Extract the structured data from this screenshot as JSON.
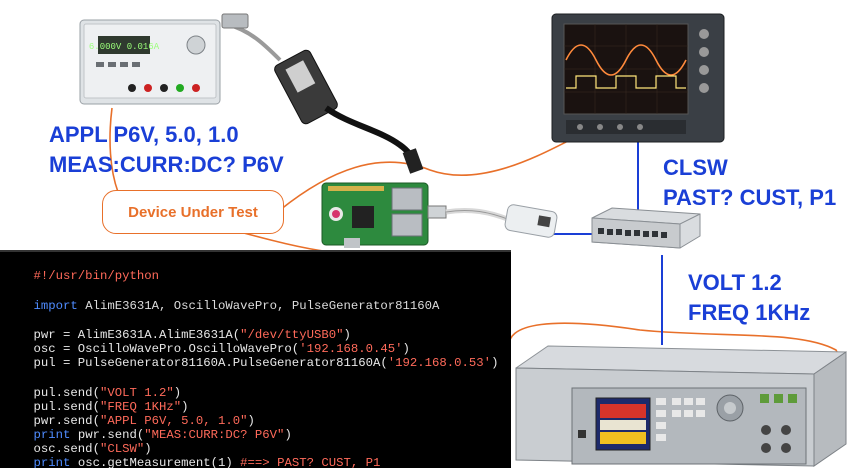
{
  "labels": {
    "appl_cmd": "APPL P6V, 5.0, 1.0",
    "meas_cmd": "MEAS:CURR:DC? P6V",
    "clsw_cmd": "CLSW",
    "past_cmd": "PAST? CUST, P1",
    "volt_cmd": "VOLT 1.2",
    "freq_cmd": "FREQ 1KHz",
    "dut": "Device Under Test"
  },
  "devices": {
    "power_supply": {
      "display": "6.000V  0.016A",
      "icon": "power-supply-icon"
    },
    "oscilloscope": {
      "icon": "oscilloscope-icon"
    },
    "raspberry_pi": {
      "icon": "raspberry-pi-board-icon"
    },
    "usb_ethernet": {
      "icon": "usb-ethernet-adapter-icon"
    },
    "network_switch": {
      "icon": "network-switch-icon"
    },
    "pulse_generator": {
      "icon": "pulse-generator-icon"
    },
    "serial_cable": {
      "icon": "serial-usb-cable-icon"
    }
  },
  "code": {
    "shebang": "#!/usr/bin/python",
    "import_kw": "import",
    "import_rest": " AlimE3631A, OscilloWavePro, PulseGenerator81160A",
    "pwr_pre": "pwr = AlimE3631A.AlimE3631A(",
    "pwr_str": "\"/dev/ttyUSB0\"",
    "pwr_post": ")",
    "osc_pre": "osc = OscilloWavePro.OscilloWavePro(",
    "osc_str": "'192.168.0.45'",
    "osc_post": ")",
    "pul_pre": "pul = PulseGenerator81160A.PulseGenerator81160A(",
    "pul_str": "'192.168.0.53'",
    "pul_post": ")",
    "send1_pre": "pul.send(",
    "send1_str": "\"VOLT 1.2\"",
    "send1_post": ")",
    "send2_pre": "pul.send(",
    "send2_str": "\"FREQ 1KHz\"",
    "send2_post": ")",
    "send3_pre": "pwr.send(",
    "send3_str": "\"APPL P6V, 5.0, 1.0\"",
    "send3_post": ")",
    "print1_kw": "print",
    "print1_pre": " pwr.send(",
    "print1_str": "\"MEAS:CURR:DC? P6V\"",
    "print1_post": ")",
    "send4_pre": "osc.send(",
    "send4_str": "\"CLSW\"",
    "send4_post": ")",
    "print2_kw": "print",
    "print2_pre": " osc.getMeasurement(1) ",
    "print2_cmt": "#==> PAST? CUST, P1"
  },
  "colors": {
    "label_blue": "#1a3fd6",
    "wire_orange": "#e8702a",
    "wire_blue": "#1a3fd6",
    "terminal_bg": "#000000"
  }
}
